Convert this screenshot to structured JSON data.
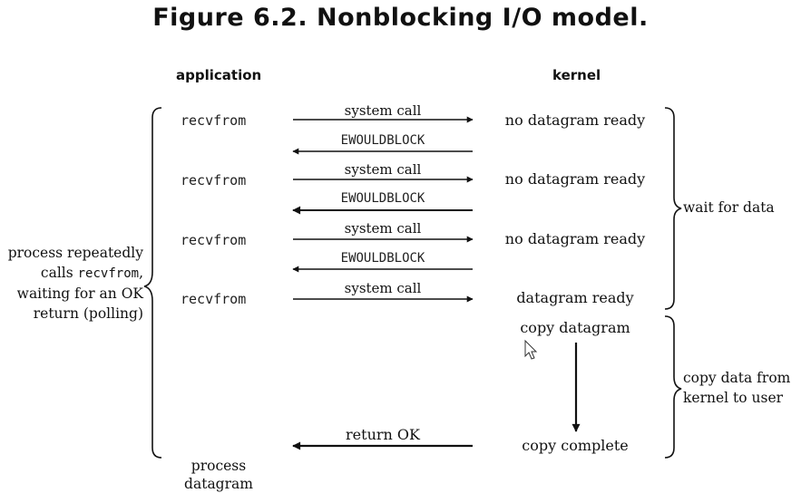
{
  "title": "Figure 6.2. Nonblocking I/O model.",
  "headers": {
    "application": "application",
    "kernel": "kernel"
  },
  "rounds": [
    {
      "call": "recvfrom",
      "request": "system call",
      "kernel_state": "no datagram ready",
      "reply": "EWOULDBLOCK"
    },
    {
      "call": "recvfrom",
      "request": "system call",
      "kernel_state": "no datagram ready",
      "reply": "EWOULDBLOCK"
    },
    {
      "call": "recvfrom",
      "request": "system call",
      "kernel_state": "no datagram ready",
      "reply": "EWOULDBLOCK"
    },
    {
      "call": "recvfrom",
      "request": "system call",
      "kernel_state": "datagram ready",
      "reply": ""
    }
  ],
  "copy": {
    "start": "copy datagram",
    "end": "copy complete",
    "return_label": "return OK"
  },
  "left_note": {
    "line1": "process repeatedly",
    "line2_prefix": "calls ",
    "line2_code": "recvfrom",
    "line2_suffix": ",",
    "line3": "waiting for an OK",
    "line4": "return (polling)"
  },
  "right_notes": {
    "wait": "wait for data",
    "copy_line1": "copy data from",
    "copy_line2": "kernel to user"
  },
  "process_datagram": {
    "line1": "process",
    "line2": "datagram"
  }
}
